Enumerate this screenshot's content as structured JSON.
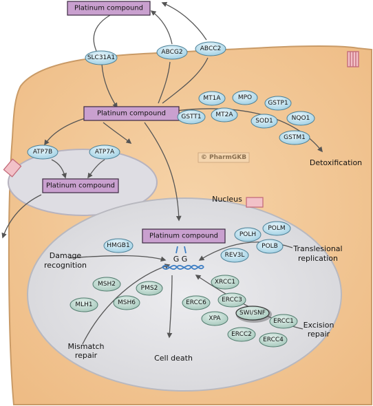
{
  "boxes": {
    "top": "Platinum compound",
    "cytoplasm": "Platinum compound",
    "vesicle": "Platinum compound",
    "nucleus": "Platinum compound"
  },
  "transporters": {
    "slc31a1": "SLC31A1",
    "abcg2": "ABCG2",
    "abcc2": "ABCC2",
    "atp7b": "ATP7B",
    "atp7a": "ATP7A"
  },
  "detox_enzymes": {
    "mt1a": "MT1A",
    "mpo": "MPO",
    "gstp1": "GSTP1",
    "gstt1": "GSTT1",
    "mt2a": "MT2A",
    "sod1": "SOD1",
    "nqo1": "NQO1",
    "gstm1": "GSTM1"
  },
  "nuclear_proteins": {
    "hmgb1": "HMGB1",
    "polh": "POLH",
    "polm": "POLM",
    "polb": "POLB",
    "rev3l": "REV3L",
    "msh2": "MSH2",
    "pms2": "PMS2",
    "mlh1": "MLH1",
    "msh6": "MSH6",
    "xrcc1": "XRCC1",
    "ercc6": "ERCC6",
    "ercc3": "ERCC3",
    "swi_snf": "SWI/SNF",
    "xpa": "XPA",
    "ercc1": "ERCC1",
    "ercc2": "ERCC2",
    "ercc4": "ERCC4"
  },
  "labels": {
    "detoxification": "Detoxification",
    "nucleus": "Nucleus",
    "watermark": "© PharmGKB",
    "damage_recognition_1": "Damage",
    "damage_recognition_2": "recognition",
    "translesional_1": "Translesional",
    "translesional_2": "replication",
    "mismatch_1": "Mismatch",
    "mismatch_2": "repair",
    "excision_1": "Excision",
    "excision_2": "repair",
    "cell_death": "Cell death",
    "gg": "G  G"
  },
  "colors": {
    "cell": "#f3c99a",
    "nucleus": "#e3e3e6",
    "box_fill": "#c9a0cf",
    "transporter": "#c8e6f2",
    "enzyme": "#c4e5ef",
    "repair": "#c2dcd2",
    "dna": "#3d7ec4"
  }
}
